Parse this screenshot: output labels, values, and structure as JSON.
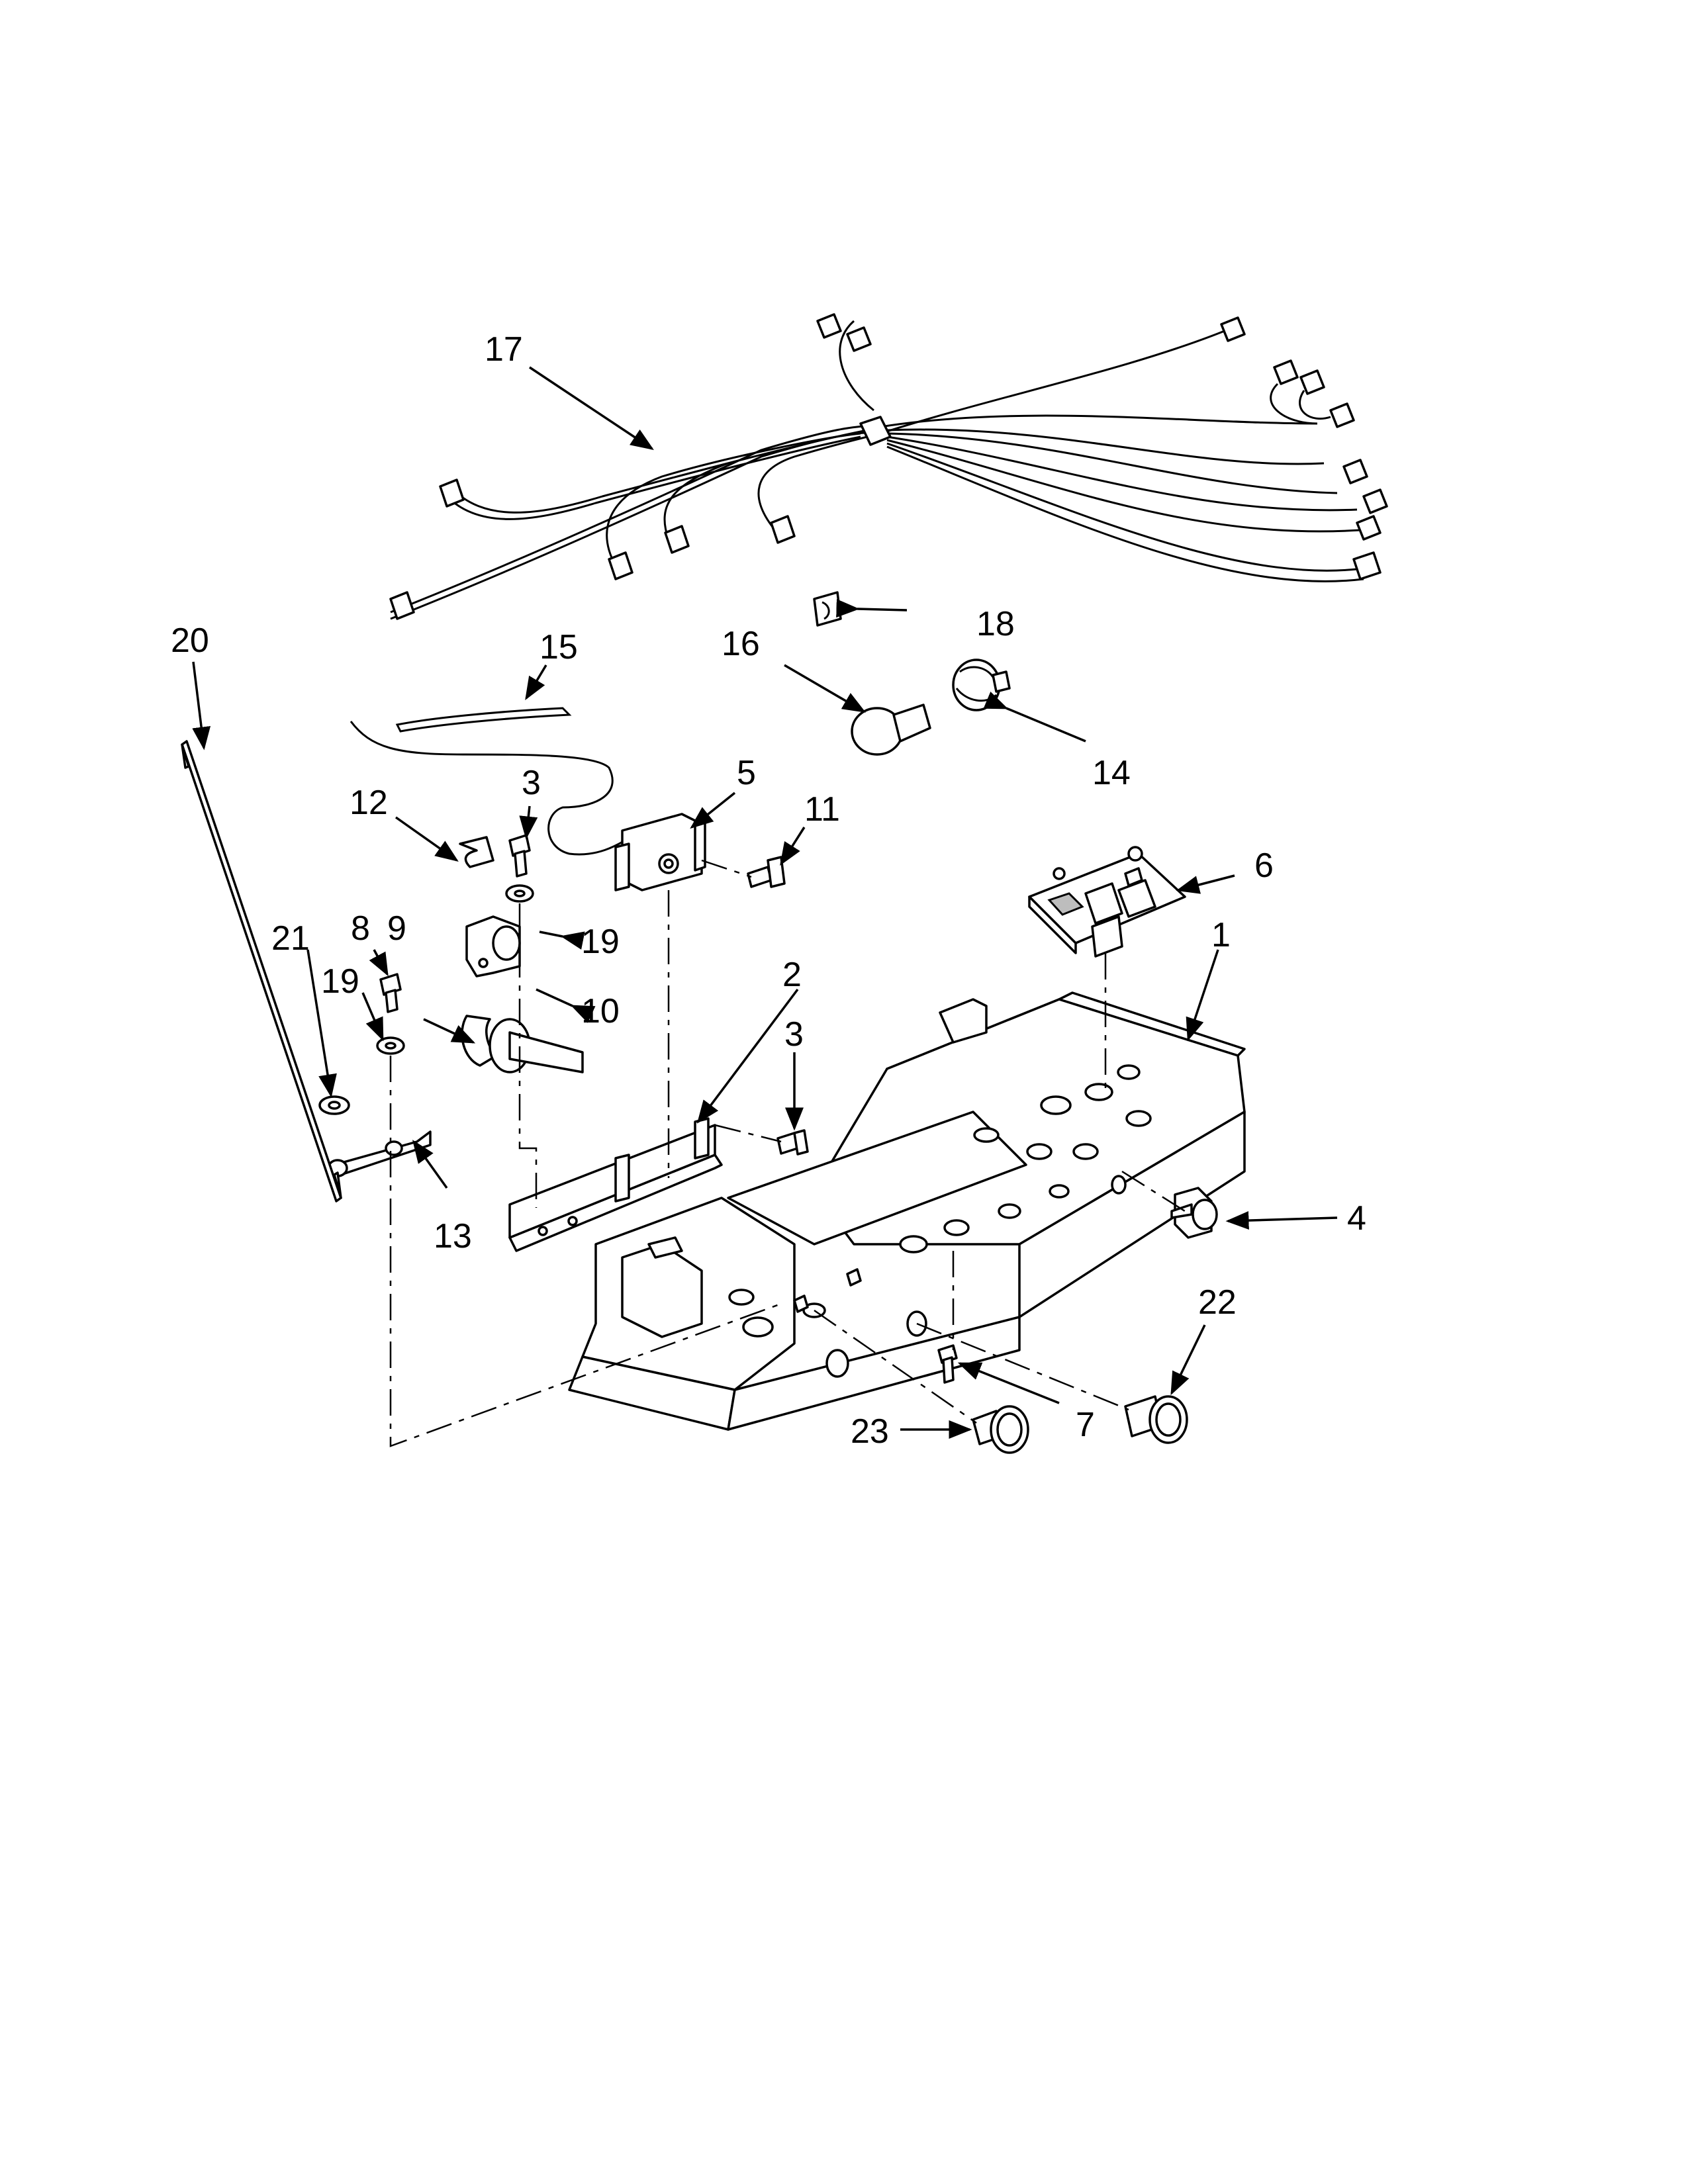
{
  "callouts": {
    "c1": "1",
    "c2": "2",
    "c3a": "3",
    "c3b": "3",
    "c4": "4",
    "c5": "5",
    "c6": "6",
    "c7": "7",
    "c8": "8",
    "c9": "9",
    "c10": "10",
    "c11": "11",
    "c12": "12",
    "c13": "13",
    "c14": "14",
    "c15": "15",
    "c16": "16",
    "c17": "17",
    "c18": "18",
    "c19a": "19",
    "c19b": "19",
    "c20": "20",
    "c21": "21",
    "c22": "22",
    "c23": "23"
  },
  "colors": {
    "line": "#000000",
    "shade": "#bdbdbd",
    "background": "#ffffff"
  }
}
